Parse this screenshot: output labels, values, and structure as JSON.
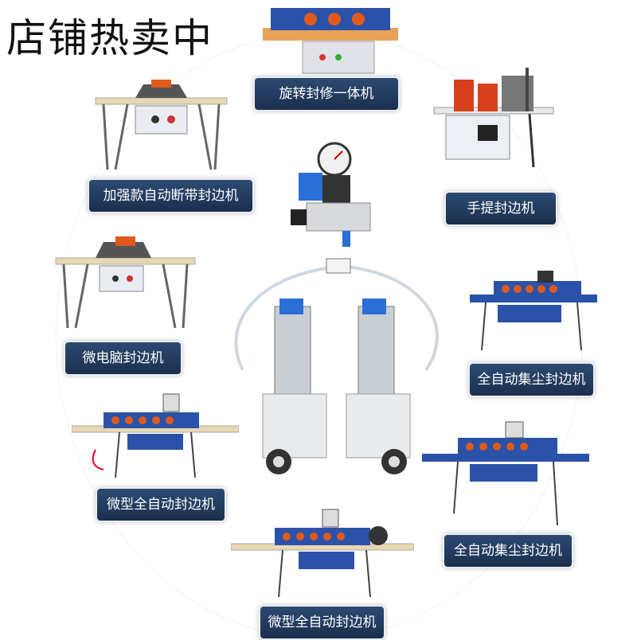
{
  "banner": {
    "title": "店铺热卖中"
  },
  "products": [
    {
      "label": "旋转封修一体机"
    },
    {
      "label": "手提封边机"
    },
    {
      "label": "加强款自动断带封边机"
    },
    {
      "label": "微电脑封边机"
    },
    {
      "label": "全自动集尘封边机"
    },
    {
      "label": "微型全自动封边机"
    },
    {
      "label": "全自动集尘封边机"
    },
    {
      "label": "微型全自动封边机"
    }
  ],
  "colors": {
    "label_bg": "#1f3656",
    "machine_blue": "#2a52a8",
    "machine_orange": "#e05a1c"
  }
}
